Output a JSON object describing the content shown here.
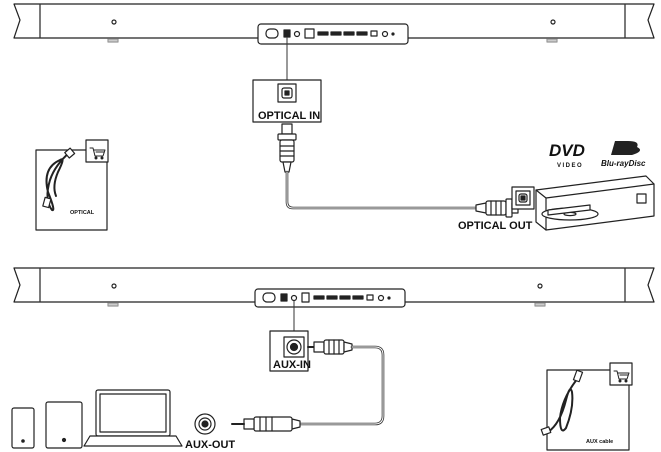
{
  "top": {
    "port_label": "OPTICAL IN",
    "source_port_label": "OPTICAL OUT",
    "accessory_label": "OPTICAL",
    "dvd_logo": "DVD",
    "dvd_sub": "VIDEO",
    "bluray_logo": "Blu-rayDisc"
  },
  "bottom": {
    "port_label": "AUX-IN",
    "source_port_label": "AUX-OUT",
    "accessory_label": "AUX cable"
  }
}
